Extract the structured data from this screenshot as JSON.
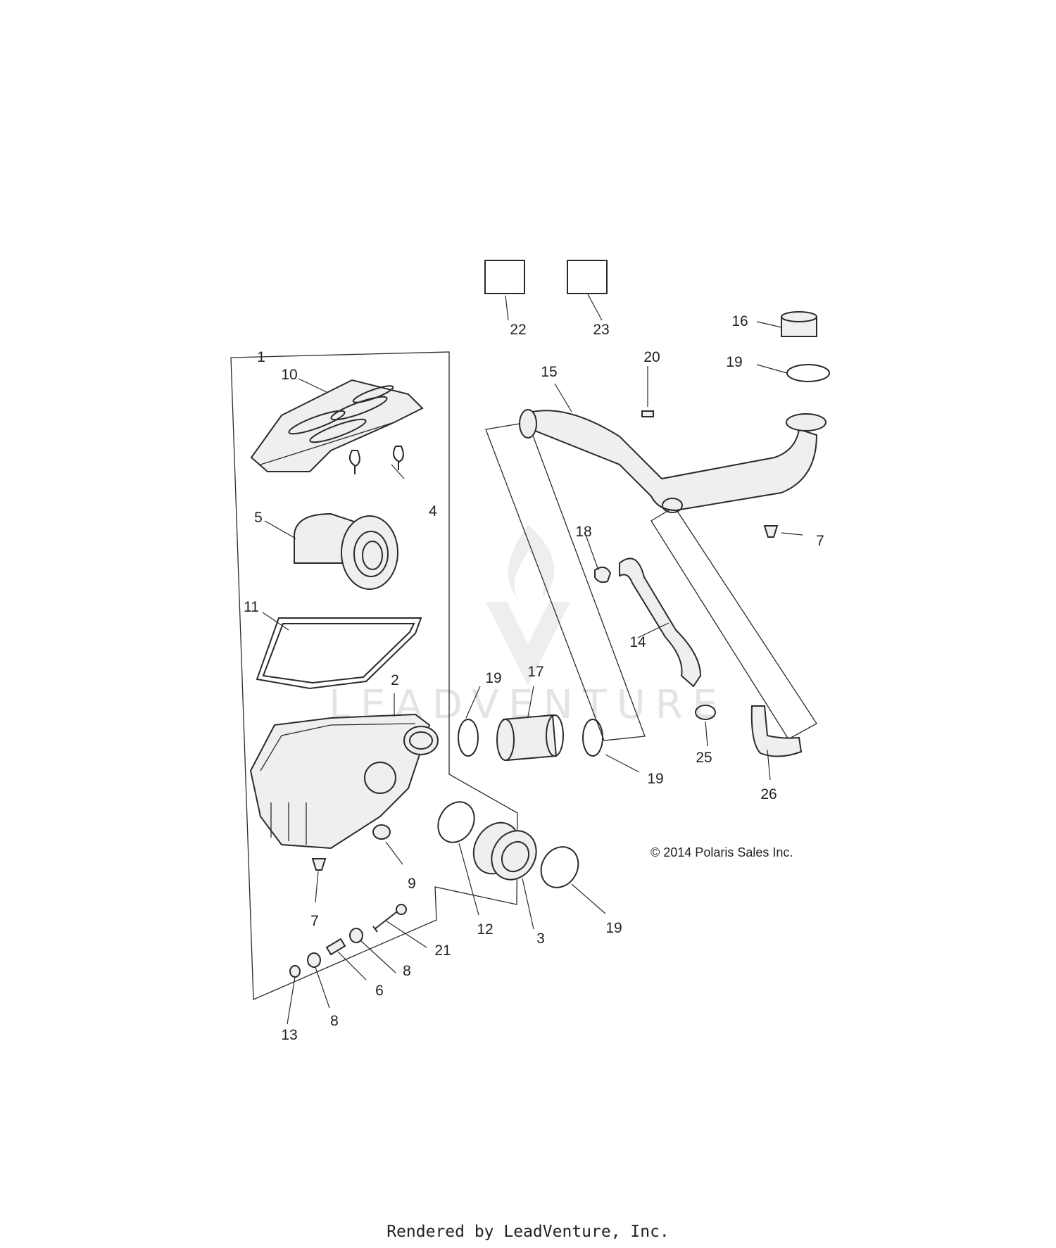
{
  "callouts": [
    "1",
    "2",
    "3",
    "4",
    "5",
    "6",
    "7",
    "7",
    "8",
    "8",
    "9",
    "10",
    "11",
    "12",
    "13",
    "14",
    "15",
    "16",
    "17",
    "18",
    "19",
    "19",
    "19",
    "19",
    "20",
    "21",
    "22",
    "23",
    "25",
    "26"
  ],
  "copyright": "© 2014 Polaris Sales Inc.",
  "footer": "Rendered by LeadVenture, Inc.",
  "watermark": "LEADVENTURE"
}
